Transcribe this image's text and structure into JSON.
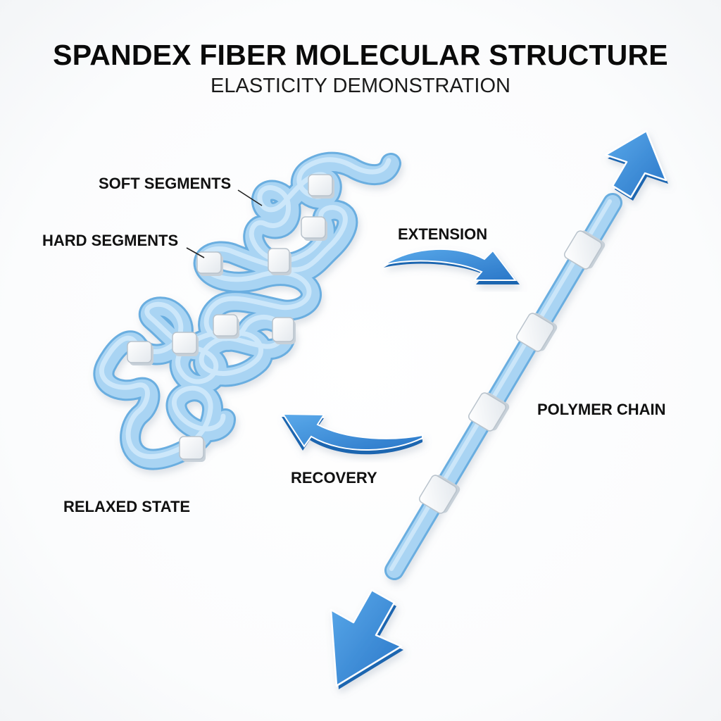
{
  "title": "SPANDEX FIBER MOLECULAR STRUCTURE",
  "subtitle": "ELASTICITY DEMONSTRATION",
  "labels": {
    "soft_segments": "SOFT SEGMENTS",
    "hard_segments": "HARD SEGMENTS",
    "extension": "EXTENSION",
    "recovery": "RECOVERY",
    "polymer_chain": "POLYMER CHAIN",
    "relaxed_state": "RELAXED STATE"
  },
  "colors": {
    "soft_segment": "#a9d4f3",
    "soft_segment_edge": "#6aaee0",
    "hard_segment": "#f4f6f8",
    "hard_segment_edge": "#b9c3cc",
    "arrow": "#3b8fd8",
    "arrow_dark": "#1f66b0"
  }
}
